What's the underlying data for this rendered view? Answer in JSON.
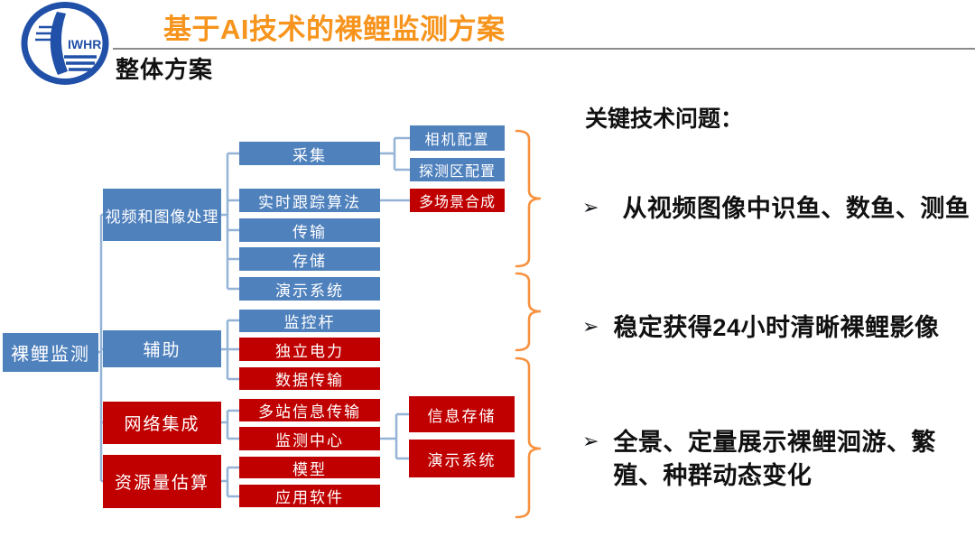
{
  "palette": {
    "blue_box": "#4F81BD",
    "red_box": "#C00000",
    "connector_blue": "#95B3D7",
    "title_orange": "#F7941D",
    "brace_orange": "#F79240",
    "divider_gray": "#8a8a8a",
    "text_black": "#111111",
    "logo_blue": "#2050A8"
  },
  "header": {
    "logo_text": "IWHR",
    "title": "基于AI技术的裸鲤监测方案",
    "subtitle": "整体方案"
  },
  "diagram": {
    "root": {
      "label": "裸鲤监测",
      "color": "blue"
    },
    "level1": [
      {
        "label": "视频和图像处理",
        "color": "blue",
        "parent": "裸鲤监测"
      },
      {
        "label": "辅助",
        "color": "blue",
        "parent": "裸鲤监测"
      },
      {
        "label": "网络集成",
        "color": "red",
        "parent": "裸鲤监测"
      },
      {
        "label": "资源量估算",
        "color": "red",
        "parent": "裸鲤监测"
      }
    ],
    "level2": [
      {
        "label": "采集",
        "color": "blue",
        "parent": "视频和图像处理"
      },
      {
        "label": "实时跟踪算法",
        "color": "blue",
        "parent": "视频和图像处理"
      },
      {
        "label": "传输",
        "color": "blue",
        "parent": "视频和图像处理"
      },
      {
        "label": "存储",
        "color": "blue",
        "parent": "视频和图像处理"
      },
      {
        "label": "演示系统",
        "color": "blue",
        "parent": "视频和图像处理"
      },
      {
        "label": "监控杆",
        "color": "blue",
        "parent": "辅助"
      },
      {
        "label": "独立电力",
        "color": "red",
        "parent": "辅助"
      },
      {
        "label": "数据传输",
        "color": "red",
        "parent": "辅助"
      },
      {
        "label": "多站信息传输",
        "color": "red",
        "parent": "网络集成"
      },
      {
        "label": "监测中心",
        "color": "red",
        "parent": "网络集成"
      },
      {
        "label": "模型",
        "color": "red",
        "parent": "资源量估算"
      },
      {
        "label": "应用软件",
        "color": "red",
        "parent": "资源量估算"
      }
    ],
    "level3": [
      {
        "label": "相机配置",
        "color": "blue",
        "parent": "采集"
      },
      {
        "label": "探测区配置",
        "color": "blue",
        "parent": "采集"
      },
      {
        "label": "多场景合成",
        "color": "red",
        "parent": "实时跟踪算法"
      },
      {
        "label": "信息存储",
        "color": "red",
        "parent": "监测中心"
      },
      {
        "label": "演示系统",
        "color": "red",
        "parent": "监测中心"
      }
    ]
  },
  "questions": {
    "title": "关键技术问题：",
    "marker": "➢",
    "items": [
      "从视频图像中识鱼、数鱼、测鱼",
      "稳定获得24小时清晰裸鲤影像",
      "全景、定量展示裸鲤洄游、繁殖、种群动态变化"
    ]
  }
}
